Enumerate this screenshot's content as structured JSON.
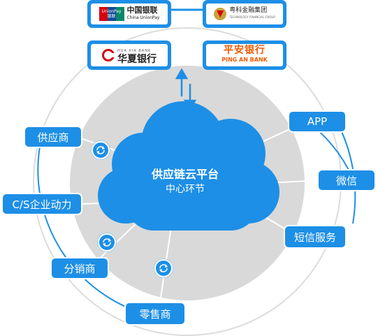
{
  "platform": {
    "title": "供应链云平台",
    "subtitle": "中心环节"
  },
  "banks": {
    "unionpay": {
      "logo_text": "UnionPay",
      "logo_sub": "银联",
      "cn": "中国银联",
      "en": "China UnionPay"
    },
    "yuke": {
      "cn": "粤科金融集团",
      "en": "TECHNOLOGY FINANCIAL GROUP"
    },
    "huaxia": {
      "en": "HUA XIA BANK",
      "cn": "华夏银行"
    },
    "pingan": {
      "cn": "平安银行",
      "en": "PING AN BANK"
    }
  },
  "left_nodes": [
    "供应商",
    "C/S企业动力",
    "分销商",
    "零售商"
  ],
  "right_nodes": [
    "APP",
    "微信",
    "短信服务"
  ],
  "colors": {
    "primary": "#1d8fe6",
    "light": "#d9d9d9",
    "unionpay_red": "#d6000f",
    "pingan_orange": "#f05a00",
    "yuke_gold": "#c9a13b"
  },
  "icons": [
    "sync-icon",
    "up-down-arrows-icon"
  ]
}
